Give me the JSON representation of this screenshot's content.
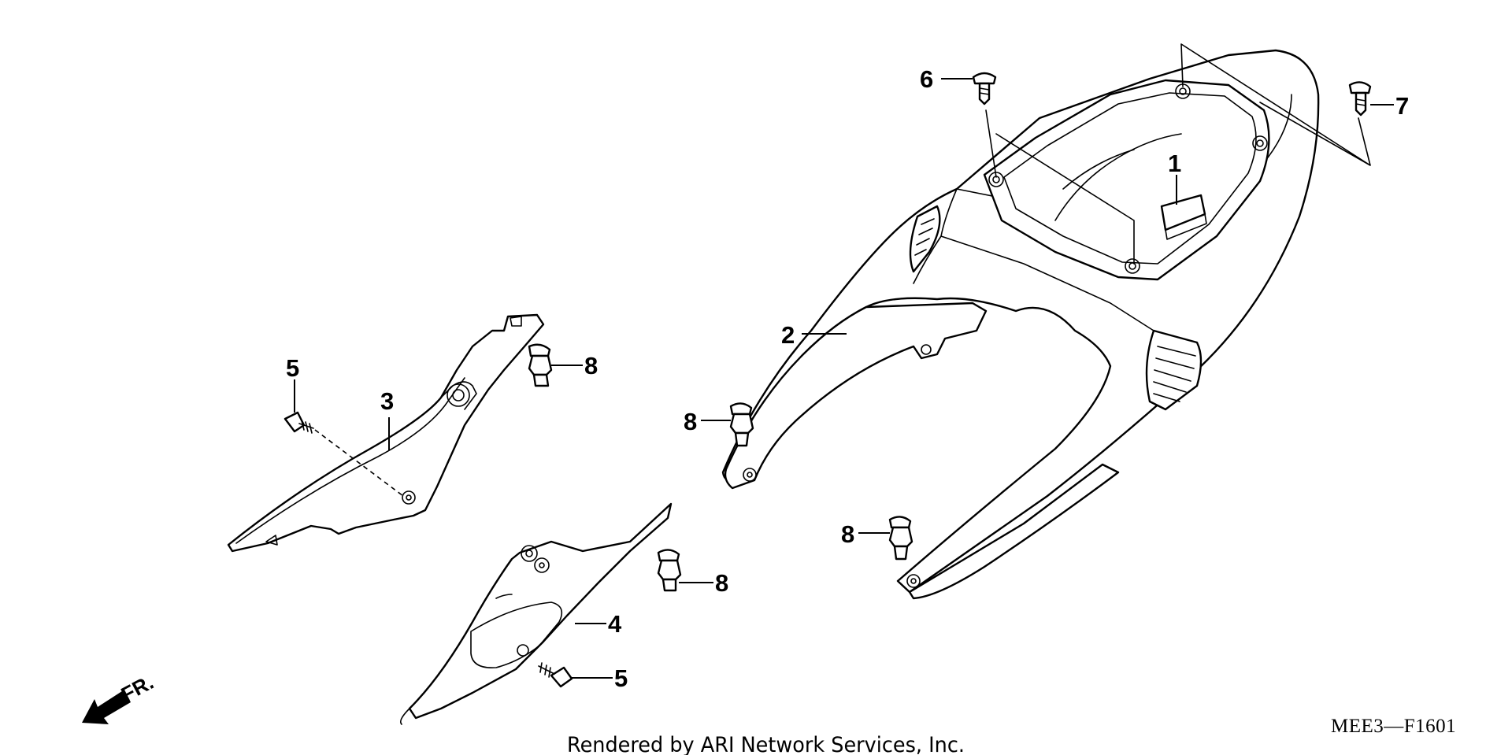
{
  "diagram": {
    "callouts": [
      {
        "id": "part-1-label",
        "text": "1"
      },
      {
        "id": "part-2-label",
        "text": "2"
      },
      {
        "id": "part-3-label",
        "text": "3"
      },
      {
        "id": "part-4-label",
        "text": "4"
      },
      {
        "id": "part-5a-label",
        "text": "5"
      },
      {
        "id": "part-5b-label",
        "text": "5"
      },
      {
        "id": "part-6-label",
        "text": "6"
      },
      {
        "id": "part-7-label",
        "text": "7"
      },
      {
        "id": "part-8a-label",
        "text": "8"
      },
      {
        "id": "part-8b-label",
        "text": "8"
      },
      {
        "id": "part-8c-label",
        "text": "8"
      },
      {
        "id": "part-8d-label",
        "text": "8"
      }
    ],
    "direction_label": "FR.",
    "diagram_code": "MEE3—F1601",
    "credit": "Rendered by ARI Network Services, Inc."
  }
}
